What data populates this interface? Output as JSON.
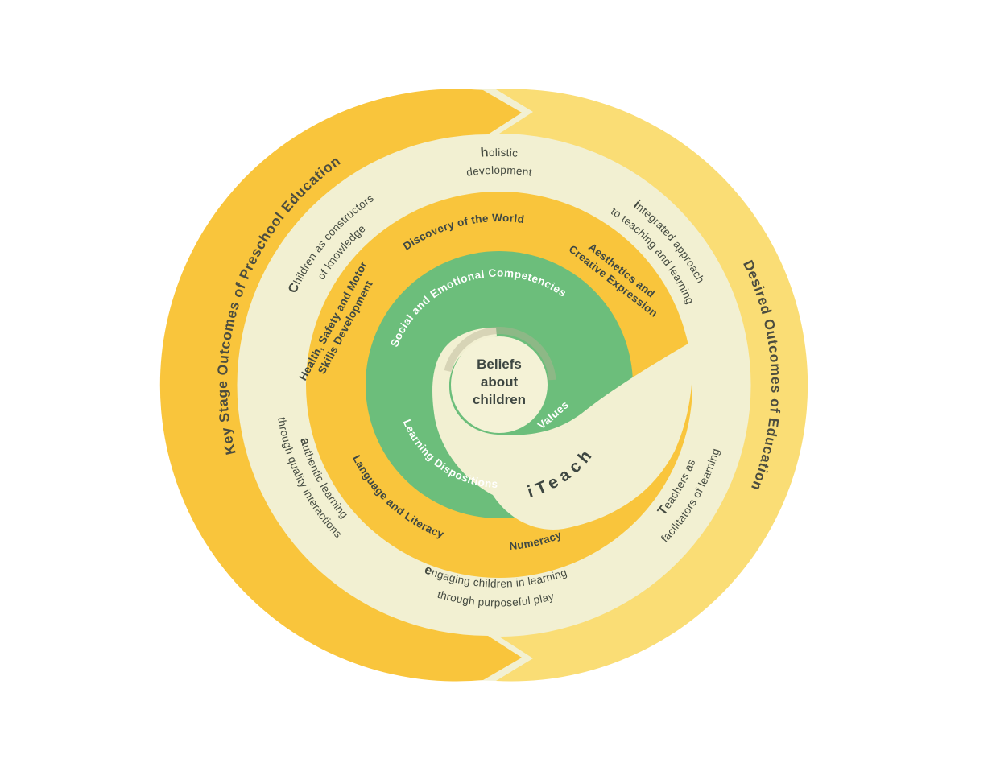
{
  "palette": {
    "gold": "#F9C53C",
    "light_yellow": "#FADD75",
    "cream": "#F2F0D2",
    "green": "#6CBE7B",
    "dark_text": "#454B41",
    "white_text": "#FFFFFF"
  },
  "outer_ring": {
    "left_label": "Key Stage Outcomes of Preschool Education",
    "right_label": "Desired Outcomes of Education"
  },
  "principles_ring": {
    "holistic": {
      "lead": "h",
      "rest": "olistic",
      "line2": "development"
    },
    "integrated": {
      "lead": "i",
      "rest": "ntegrated approach",
      "line2": "to teaching and learning"
    },
    "children": {
      "lead": "C",
      "rest": "hildren as constructors",
      "line2": "of knowledge"
    },
    "authentic": {
      "lead": "a",
      "rest": "uthentic learning",
      "line2": "through quality interactions"
    },
    "engaging": {
      "lead": "e",
      "rest": "ngaging children in learning",
      "line2": "through purposeful play"
    },
    "teachers": {
      "lead": "T",
      "rest": "eachers as",
      "line2": "facilitators of learning"
    }
  },
  "learning_areas_ring": {
    "discovery": "Discovery of the World",
    "aesthetics_line1": "Aesthetics and",
    "aesthetics_line2": "Creative Expression",
    "health_line1": "Health, Safety and Motor",
    "health_line2": "Skills Development",
    "language": "Language and Literacy",
    "numeracy": "Numeracy"
  },
  "competencies_ring": {
    "social": "Social and Emotional Competencies",
    "dispositions": "Learning Dispositions",
    "values": "Values"
  },
  "swirl": {
    "label": "iTeach"
  },
  "center": {
    "line1": "Beliefs",
    "line2": "about",
    "line3": "children"
  }
}
